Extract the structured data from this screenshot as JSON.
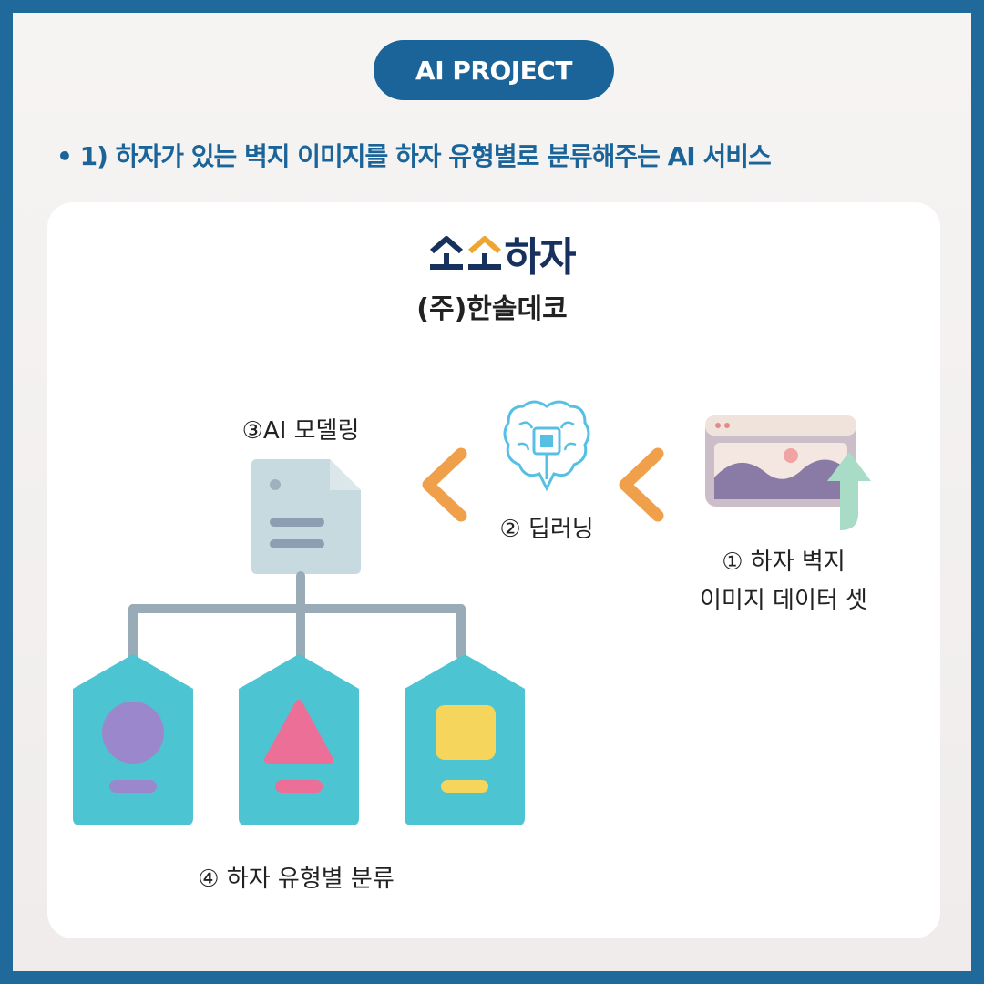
{
  "header": {
    "badge": "AI PROJECT",
    "headline": "• 1) 하자가 있는 벽지 이미지를 하자 유형별로 분류해주는 AI 서비스"
  },
  "brand": {
    "logo_text": "하자",
    "company": "(주)한솔데코"
  },
  "steps": {
    "step1_line1": "① 하자 벽지",
    "step1_line2": "이미지 데이터 셋",
    "step2": "② 딥러닝",
    "step3": "③AI 모델링",
    "step4": "④ 하자 유형별 분류"
  },
  "icons": {
    "image_upload": "image-upload-icon",
    "brain": "brain-chip-icon",
    "document": "document-icon",
    "arrow": "chevron-left-icon"
  },
  "colors": {
    "frame": "#1f6a9a",
    "accent": "#1a6499",
    "arrow": "#f0a04a",
    "tag": "#4cc4d2"
  }
}
